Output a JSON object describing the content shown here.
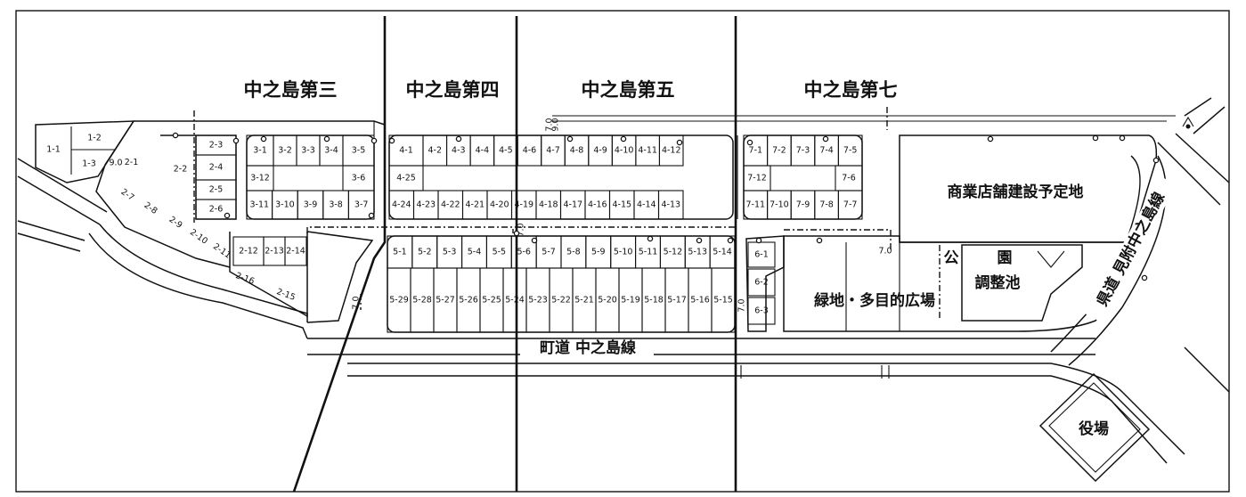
{
  "areas": {
    "dai3": "中之島第三",
    "dai4": "中之島第四",
    "dai5": "中之島第五",
    "dai7": "中之島第七"
  },
  "places": {
    "commercial": "商業店舗建設予定地",
    "green": "緑地・多目的広場",
    "park_a": "公",
    "park_b": "園",
    "pond": "調整池",
    "office": "役場"
  },
  "roads": {
    "town_road": "町道 中之島線",
    "pref_road": "県道 見附中之島線"
  },
  "lots": {
    "block1": [
      "1-1",
      "1-2",
      "1-3"
    ],
    "block2_top": [
      "2-3",
      "2-4",
      "2-5",
      "2-6"
    ],
    "block2_mid": [
      "2-1",
      "2-2"
    ],
    "block2_diag": [
      "2-7",
      "2-8",
      "2-9",
      "2-10",
      "2-11"
    ],
    "block2_low": [
      "2-12",
      "2-13",
      "2-14",
      "2-16",
      "2-15"
    ],
    "block3_top": [
      "3-1",
      "3-2",
      "3-3",
      "3-4",
      "3-5"
    ],
    "block3_mid": [
      "3-12",
      "3-6"
    ],
    "block3_bot": [
      "3-11",
      "3-10",
      "3-9",
      "3-8",
      "3-7"
    ],
    "block4_top": [
      "4-1",
      "4-2",
      "4-3",
      "4-4",
      "4-5",
      "4-6",
      "4-7",
      "4-8",
      "4-9",
      "4-10",
      "4-11",
      "4-12"
    ],
    "block4_mid": [
      "4-25"
    ],
    "block4_bot": [
      "4-24",
      "4-23",
      "4-22",
      "4-21",
      "4-20",
      "4-19",
      "4-18",
      "4-17",
      "4-16",
      "4-15",
      "4-14",
      "4-13"
    ],
    "block5_top": [
      "5-1",
      "5-2",
      "5-3",
      "5-4",
      "5-5",
      "5-6",
      "5-7",
      "5-8",
      "5-9",
      "5-10",
      "5-11",
      "5-12",
      "5-13",
      "5-14"
    ],
    "block5_bot": [
      "5-29",
      "5-28",
      "5-27",
      "5-26",
      "5-25",
      "5-24",
      "5-23",
      "5-22",
      "5-21",
      "5-20",
      "5-19",
      "5-18",
      "5-17",
      "5-16",
      "5-15"
    ],
    "block6": [
      "6-1",
      "6-2",
      "6-3"
    ],
    "block7_top": [
      "7-1",
      "7-2",
      "7-3",
      "7-4",
      "7-5"
    ],
    "block7_mid": [
      "7-12",
      "7-6"
    ],
    "block7_bot": [
      "7-11",
      "7-10",
      "7-9",
      "7-8",
      "7-7"
    ]
  },
  "small_marks": {
    "m_70a": "7.0",
    "m_90a": "9.0",
    "m_70b": "7.0",
    "m_90b": "9.0",
    "m_70c": "7.0",
    "m_70d": "7.0",
    "m_70e": "7.0"
  }
}
